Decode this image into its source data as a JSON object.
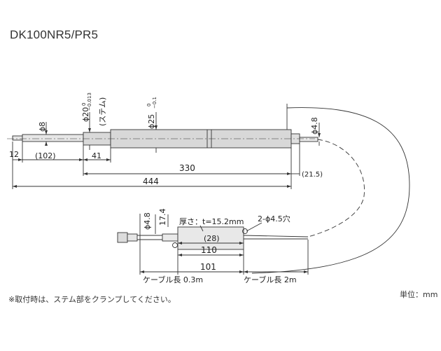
{
  "title": "DK100NR5/PR5",
  "dims": {
    "phi8": "ϕ8",
    "d12": "12",
    "d102": "(102)",
    "phi20": "ϕ20",
    "phi20_tol_upper": "0",
    "phi20_tol_lower": "−0.013",
    "stem": "(ステム)",
    "d41": "41",
    "phi25": "ϕ25",
    "phi25_tol_upper": "0",
    "phi25_tol_lower": "−0.1",
    "phi48_probe": "ϕ4.8",
    "d330": "330",
    "d215": "(21.5)",
    "d444": "444",
    "phi48_box": "ϕ4.8",
    "d174": "17.4",
    "thickness": "厚さ：t=15.2mm",
    "holes": "2-ϕ4.5穴",
    "d28": "(28)",
    "d110": "110",
    "d101": "101",
    "cable_03": "ケーブル長 0.3m",
    "cable_2": "ケーブル長 2m"
  },
  "unit_label": "単位：mm",
  "note": "※取付時は、ステム部をクランプしてください。"
}
